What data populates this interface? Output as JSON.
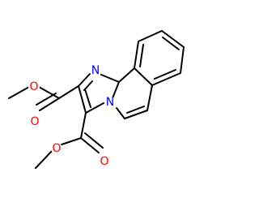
{
  "molecule": {
    "atoms": {
      "o_ether_top": {
        "label": "O",
        "color": "#ff0000"
      },
      "o_carbonyl_top": {
        "label": "O",
        "color": "#ff0000"
      },
      "n_imine": {
        "label": "N",
        "color": "#0000ff"
      },
      "n_bridge": {
        "label": "N",
        "color": "#0000ff"
      },
      "o_ether_bottom": {
        "label": "O",
        "color": "#ff0000"
      },
      "o_carbonyl_bottom": {
        "label": "O",
        "color": "#ff0000"
      }
    },
    "bond_color": "#000000",
    "background": "#ffffff"
  }
}
